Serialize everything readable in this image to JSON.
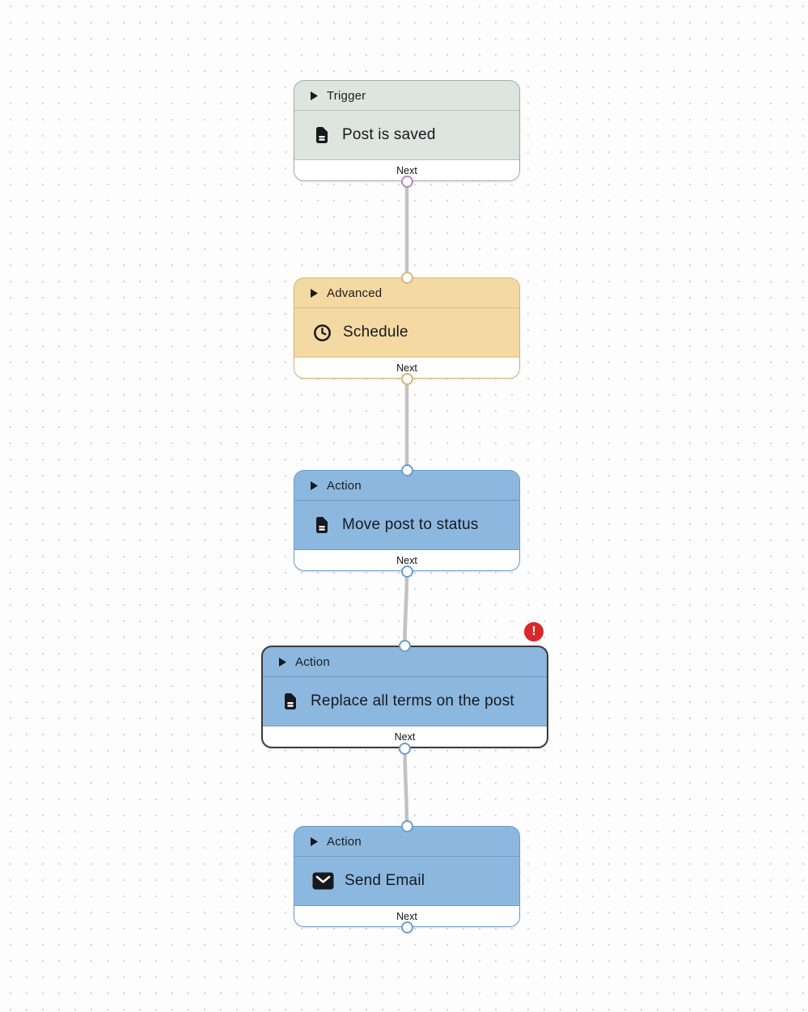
{
  "canvas": {
    "background_color": "#fdfdfd",
    "dot_color": "#d6d6d6",
    "connector_color": "#c2c2c2"
  },
  "palette": {
    "trigger_fill": "#dee4de",
    "trigger_border": "#a6ada6",
    "trigger_port": "#b287bf",
    "advanced_fill": "#f5d9a3",
    "advanced_border": "#d3b77d",
    "action_fill": "#8cb8e0",
    "action_border": "#6d9cca",
    "selected_border": "#3b3b3b",
    "error_badge_color": "#d7282d"
  },
  "nodes": [
    {
      "category": "Trigger",
      "title": "Post is saved",
      "icon": "document-icon",
      "footer_label": "Next"
    },
    {
      "category": "Advanced",
      "title": "Schedule",
      "icon": "clock-icon",
      "footer_label": "Next"
    },
    {
      "category": "Action",
      "title": "Move post to status",
      "icon": "document-icon",
      "footer_label": "Next"
    },
    {
      "category": "Action",
      "title": "Replace all terms on the post",
      "icon": "document-icon",
      "footer_label": "Next",
      "selected": true,
      "error_badge": "!"
    },
    {
      "category": "Action",
      "title": "Send Email",
      "icon": "envelope-icon",
      "footer_label": "Next"
    }
  ],
  "connections": [
    {
      "from": "Post is saved",
      "to": "Schedule"
    },
    {
      "from": "Schedule",
      "to": "Move post to status"
    },
    {
      "from": "Move post to status",
      "to": "Replace all terms on the post"
    },
    {
      "from": "Replace all terms on the post",
      "to": "Send Email"
    }
  ]
}
